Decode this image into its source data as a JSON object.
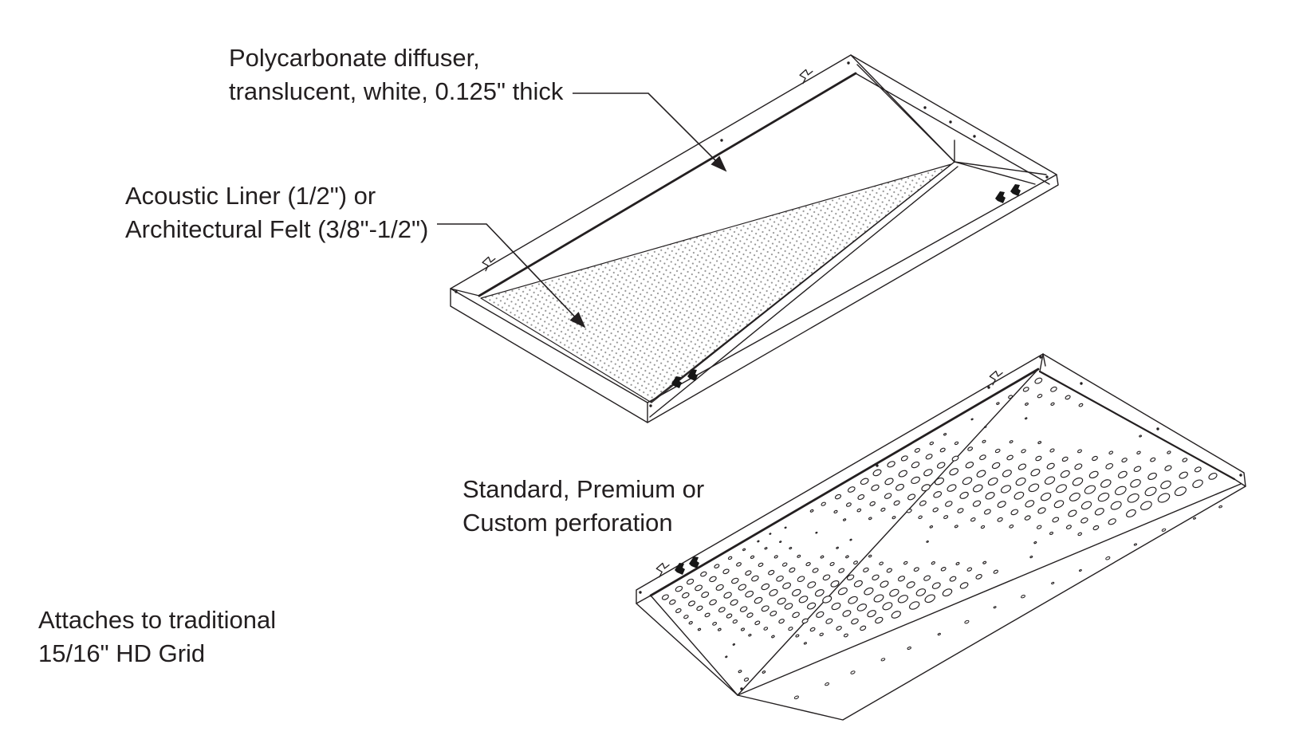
{
  "page": {
    "background": "#ffffff",
    "line_color": "#231f20",
    "liner_dot_color": "#8e8e8e"
  },
  "annotations": {
    "diffuser": {
      "line1": "Polycarbonate diffuser,",
      "line2": "translucent, white, 0.125\" thick"
    },
    "liner": {
      "line1": "Acoustic Liner (1/2\") or",
      "line2": "Architectural Felt (3/8\"-1/2\")"
    },
    "perforation": {
      "line1": "Standard, Premium or",
      "line2": "Custom perforation"
    },
    "grid": {
      "line1": "Attaches to traditional",
      "line2": "15/16\" HD Grid"
    }
  }
}
